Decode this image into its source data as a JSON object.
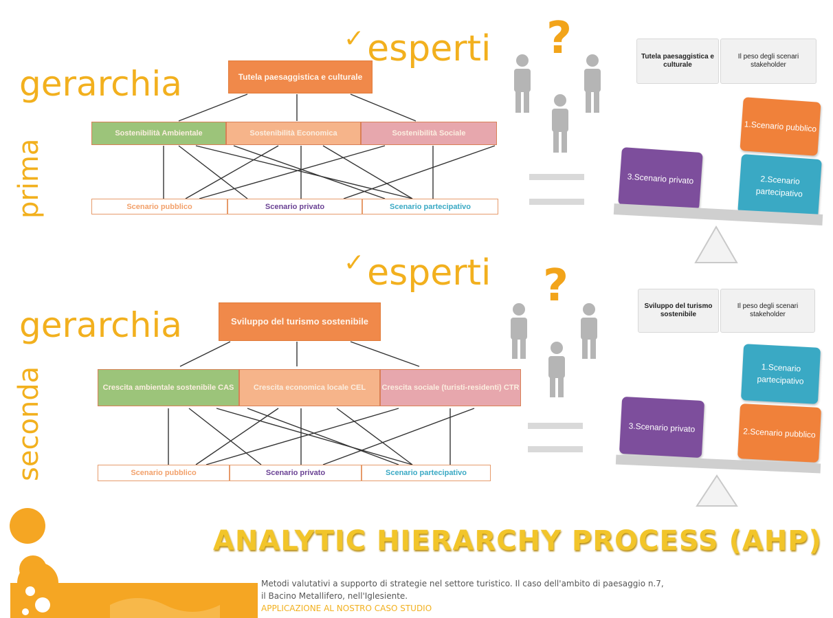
{
  "check_mark": "✓",
  "question_mark": "?",
  "first": {
    "vertical_label": "prima",
    "gerarchia": "gerarchia",
    "esperti": "esperti",
    "goal": "Tutela paesaggistica e culturale",
    "criteria": [
      "Sostenibilità Ambientale",
      "Sostenibilità Economica",
      "Sostenibilità Sociale"
    ],
    "scenarios": [
      "Scenario pubblico",
      "Scenario privato",
      "Scenario partecipativo"
    ],
    "legend_left": "Tutela paesaggistica e culturale",
    "legend_right": "Il peso degli scenari stakeholder",
    "cards": {
      "pubblico": "1.Scenario pubblico",
      "partecipativo": "2.Scenario partecipativo",
      "privato": "3.Scenario privato"
    }
  },
  "second": {
    "vertical_label": "seconda",
    "gerarchia": "gerarchia",
    "esperti": "esperti",
    "goal": "Sviluppo del turismo sostenibile",
    "criteria": [
      "Crescita ambientale sostenibile CAS",
      "Crescita economica locale CEL",
      "Crescita sociale (turisti-residenti) CTR"
    ],
    "scenarios": [
      "Scenario pubblico",
      "Scenario privato",
      "Scenario partecipativo"
    ],
    "legend_left": "Sviluppo del turismo sostenibile",
    "legend_right": "Il peso degli scenari stakeholder",
    "cards": {
      "partecipativo": "1.Scenario partecipativo",
      "pubblico": "2.Scenario pubblico",
      "privato": "3.Scenario privato"
    }
  },
  "title": "ANALYTIC HIERARCHY PROCESS (AHP)",
  "footer": {
    "line1": "Metodi valutativi a supporto di strategie nel settore turistico. Il caso dell'ambito di paesaggio n.7,",
    "line2": "il Bacino Metallifero, nell'Iglesiente.",
    "line3": "APPLICAZIONE AL NOSTRO CASO STUDIO"
  },
  "colors": {
    "accent": "#f2b01e",
    "orange": "#f0894a",
    "green": "#9cc47a",
    "peach": "#f6b48a",
    "pink": "#e7a7ad",
    "purple": "#7d4e9c",
    "teal": "#3aa9c4",
    "card_orange": "#f0813a"
  }
}
